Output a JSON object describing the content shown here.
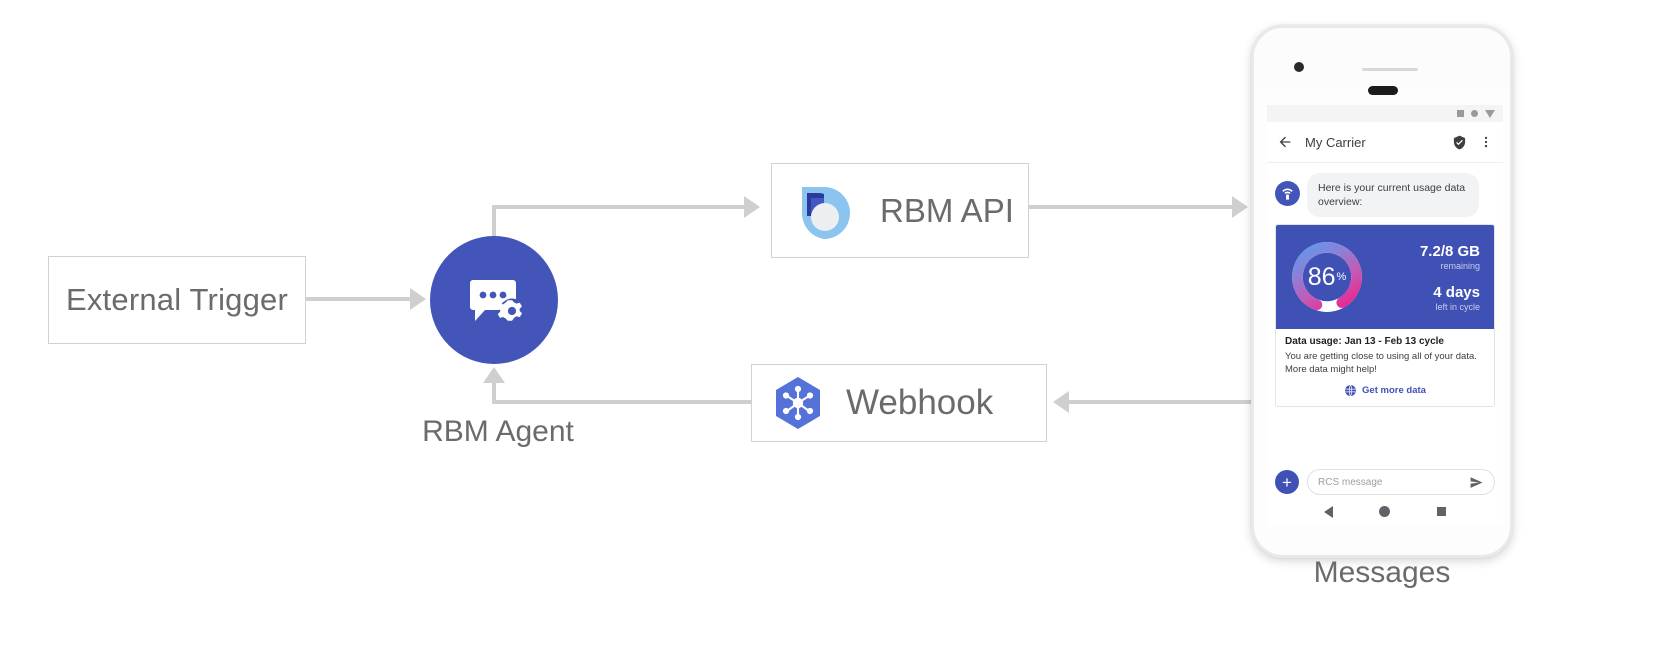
{
  "diagram": {
    "external_trigger": {
      "label": "External Trigger"
    },
    "rbm_agent": {
      "label": "RBM Agent",
      "icon": "chat-gear-icon"
    },
    "rbm_api": {
      "label": "RBM API",
      "icon": "rbm-droplet-icon"
    },
    "webhook": {
      "label": "Webhook",
      "icon": "webhook-hexagon-icon"
    },
    "phone_label": "Messages",
    "colors": {
      "agent_blue": "#4355b9",
      "card_blue": "#3f51b5",
      "line_gray": "#cfcfcf",
      "box_border": "#d2d2d2",
      "label_gray": "#6b6b6b"
    }
  },
  "phone": {
    "statusbar": {
      "icons": [
        "square-icon",
        "circle-icon",
        "triangle-down-icon"
      ]
    },
    "appbar": {
      "back_icon": "back-arrow-icon",
      "title": "My Carrier",
      "verified_icon": "shield-check-icon",
      "overflow_icon": "more-vert-icon"
    },
    "conversation": {
      "avatar_icon": "wifi-tower-icon",
      "message": "Here is your current usage data overview:"
    },
    "card": {
      "gauge": {
        "percent": "86",
        "percent_symbol": "%",
        "value": 86
      },
      "data_remaining": "7.2/8 GB",
      "data_remaining_sub": "remaining",
      "days_left": "4 days",
      "days_left_sub": "left in cycle",
      "title": "Data usage: Jan 13 - Feb 13 cycle",
      "body": "You are getting close to using all of your data. More data might help!",
      "action_icon": "globe-icon",
      "action_label": "Get more data"
    },
    "composer": {
      "plus_label": "+",
      "placeholder": "RCS message",
      "send_icon": "send-icon"
    },
    "navbar": {
      "icons": [
        "nav-back-icon",
        "nav-home-icon",
        "nav-recents-icon"
      ]
    }
  }
}
